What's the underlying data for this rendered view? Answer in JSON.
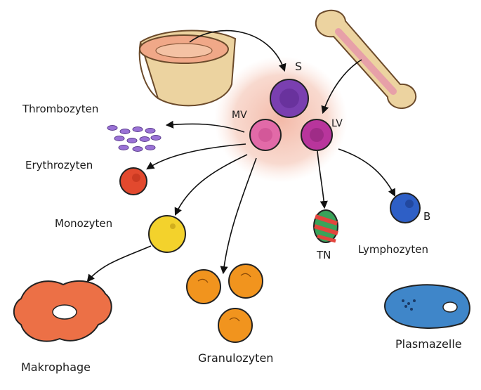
{
  "labels": {
    "s": "S",
    "mv": "MV",
    "lv": "LV",
    "thrombozyten": "Thrombozyten",
    "erythrozyten": "Erythrozyten",
    "monozyten": "Monozyten",
    "makrophage": "Makrophage",
    "granulozyten": "Granulozyten",
    "tn": "TN",
    "lymphozyten": "Lymphozyten",
    "b": "B",
    "plasmazelle": "Plasmazelle"
  },
  "colors": {
    "stem_cell": "#7a3fb0",
    "myeloid_progenitor": "#e26aa8",
    "lymphoid_progenitor": "#b8359c",
    "platelet": "#9a72d6",
    "erythrocyte": "#e2492e",
    "monocyte": "#f3d22c",
    "macrophage": "#ec7046",
    "granulocyte": "#f1941e",
    "t_cell_stripe_a": "#3aa35a",
    "t_cell_stripe_b": "#e3453d",
    "b_cell": "#2e5fc6",
    "plasma_cell": "#3f86c9",
    "marrow_halo": "#f4c0b0",
    "bone": "#e9c98f"
  }
}
